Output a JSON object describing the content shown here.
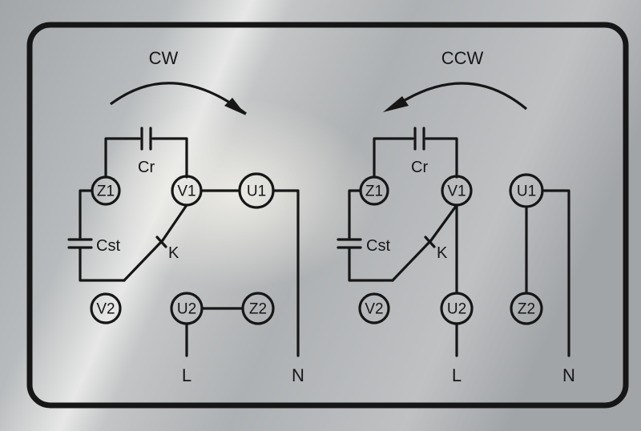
{
  "colors": {
    "ink": "#161616",
    "plate_light": "#d9dbdc",
    "plate_dark": "#9fa2a4"
  },
  "cw": {
    "direction": "CW",
    "capacitor_run": "Cr",
    "capacitor_start": "Cst",
    "switch": "K",
    "terminals": {
      "z1": "Z1",
      "v1": "V1",
      "u1": "U1",
      "v2": "V2",
      "u2": "U2",
      "z2": "Z2"
    },
    "supply": {
      "line": "L",
      "neutral": "N"
    }
  },
  "ccw": {
    "direction": "CCW",
    "capacitor_run": "Cr",
    "capacitor_start": "Cst",
    "switch": "K",
    "terminals": {
      "z1": "Z1",
      "v1": "V1",
      "u1": "U1",
      "v2": "V2",
      "u2": "U2",
      "z2": "Z2"
    },
    "supply": {
      "line": "L",
      "neutral": "N"
    }
  }
}
